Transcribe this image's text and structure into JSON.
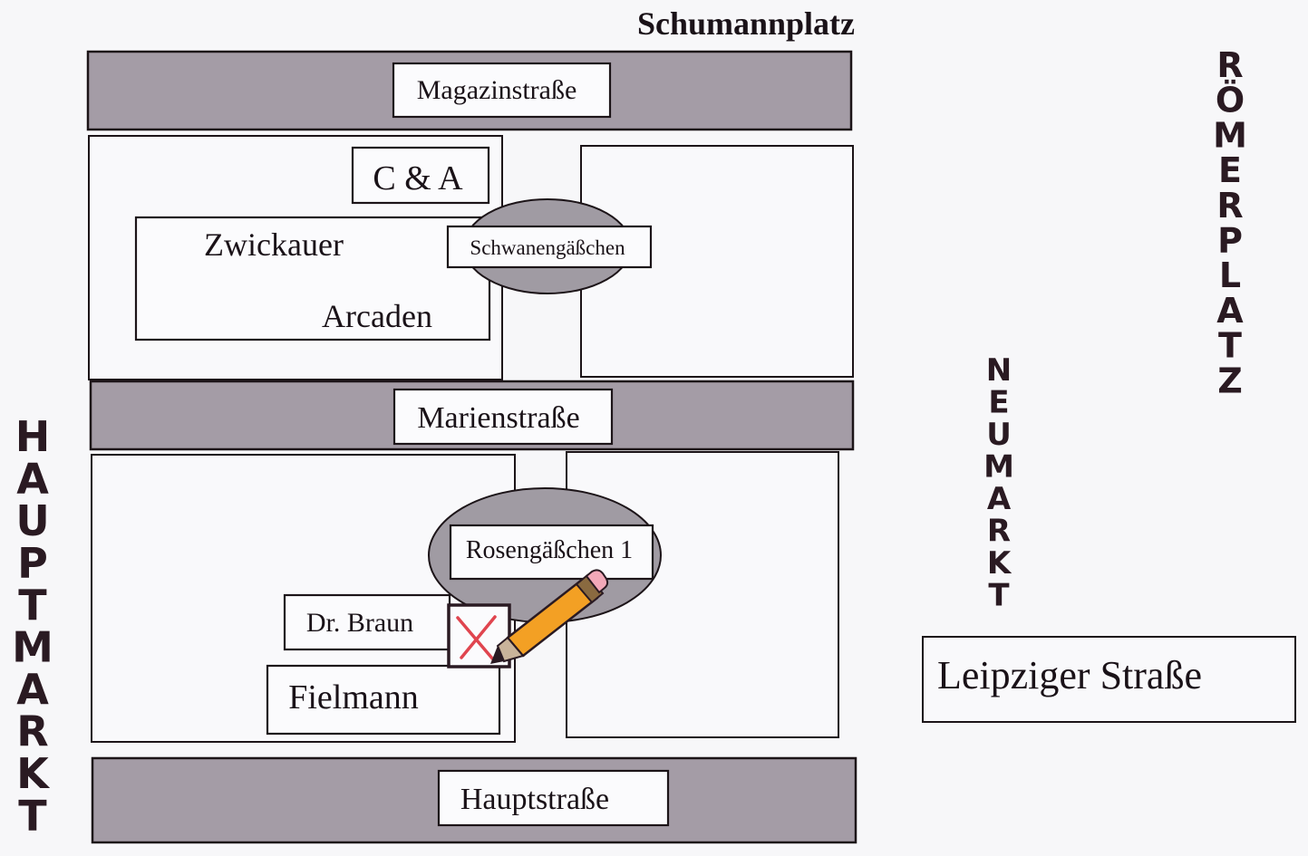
{
  "map": {
    "places": {
      "schumannplatz": "Schumannplatz",
      "roemerplatz": [
        "R",
        "Ö",
        "M",
        "E",
        "R",
        "P",
        "L",
        "A",
        "T",
        "Z"
      ],
      "neumarkt": [
        "N",
        "E",
        "U",
        "M",
        "A",
        "R",
        "K",
        "T"
      ],
      "hauptmarkt": [
        "H",
        "A",
        "U",
        "P",
        "T",
        "M",
        "A",
        "R",
        "K",
        "T"
      ]
    },
    "streets": {
      "magazinstrasse": "Magazinstraße",
      "marienstrasse": "Marienstraße",
      "hauptstrasse": "Hauptstraße",
      "leipziger_strasse": "Leipziger Straße",
      "schwanengaesschen": "Schwanengäßchen",
      "rosengaesschen": "Rosengäßchen 1"
    },
    "buildings": {
      "c_und_a": "C & A",
      "zwickauer": "Zwickauer",
      "arcaden": "Arcaden",
      "dr_braun": "Dr. Braun",
      "fielmann": "Fielmann"
    },
    "marker": {
      "icon": "pencil-check-icon",
      "cross_color": "#e0454f",
      "pencil_color": "#f3a024",
      "eraser_color": "#f2a8b8"
    },
    "colors": {
      "road": "#a49ca6",
      "background": "#f7f7f9",
      "ink": "#1a1218"
    }
  }
}
